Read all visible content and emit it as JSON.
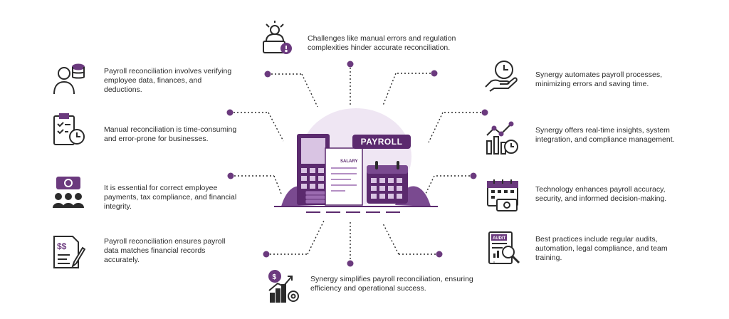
{
  "center": {
    "badge": "PAYROLL",
    "paper_label": "SALARY"
  },
  "items": [
    {
      "icon": "person-database-icon",
      "text": "Payroll reconciliation involves verifying employee data, finances, and deductions."
    },
    {
      "icon": "checklist-clock-icon",
      "text": "Manual reconciliation is time-consuming and error-prone for businesses."
    },
    {
      "icon": "money-team-icon",
      "text": "It is essential for correct employee payments, tax compliance, and financial integrity."
    },
    {
      "icon": "dollar-document-pen-icon",
      "text": "Payroll reconciliation ensures payroll data matches financial records accurately."
    },
    {
      "icon": "stressed-laptop-icon",
      "text": "Challenges like manual errors and regulation complexities hinder accurate reconciliation."
    },
    {
      "icon": "growth-chart-gear-icon",
      "text": "Synergy simplifies payroll reconciliation, ensuring efficiency and operational success."
    },
    {
      "icon": "hand-clock-icon",
      "text": "Synergy automates payroll processes, minimizing errors and saving time."
    },
    {
      "icon": "chart-clock-icon",
      "text": "Synergy offers real-time insights, system integration, and compliance management."
    },
    {
      "icon": "calendar-money-icon",
      "text": "Technology enhances payroll accuracy, security, and informed decision-making."
    },
    {
      "icon": "audit-magnifier-icon",
      "text": "Best practices include regular audits, automation, legal compliance, and team training."
    }
  ],
  "colors": {
    "accent": "#5b2a6e",
    "accent_light": "#9b6bb0",
    "accent_pale": "#efe6f3",
    "text": "#2b2b2b"
  }
}
